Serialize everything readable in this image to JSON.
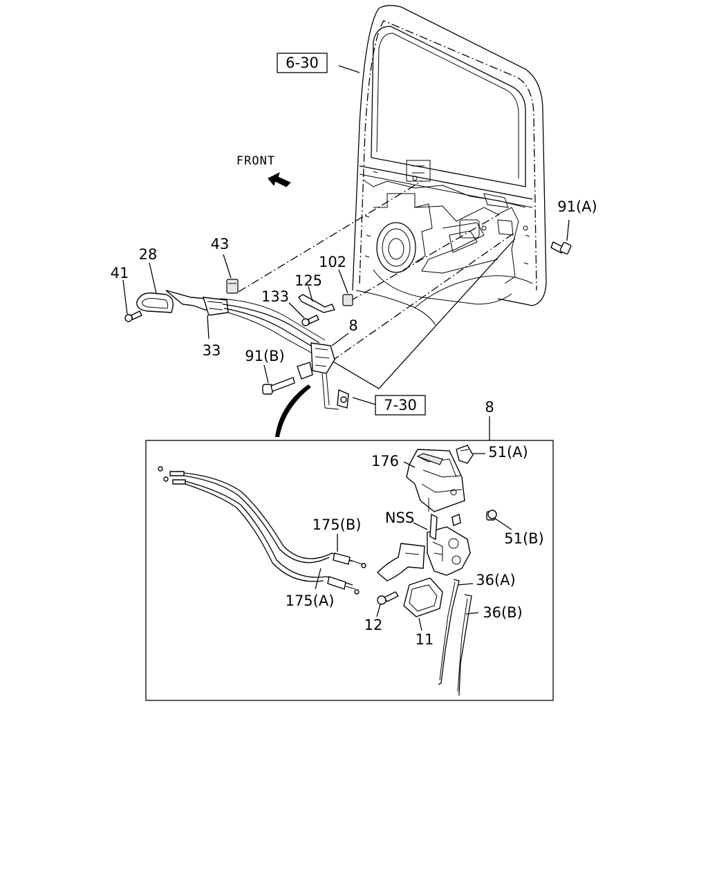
{
  "labels": {
    "ref_6_30": "6-30",
    "ref_7_30": "7-30",
    "front": "FRONT",
    "p91a": "91(A)",
    "p43": "43",
    "p28": "28",
    "p41": "41",
    "p33": "33",
    "p102": "102",
    "p125": "125",
    "p133": "133",
    "p8_top": "8",
    "p91b": "91(B)",
    "p8_detail": "8",
    "p176": "176",
    "p51a": "51(A)",
    "p51b": "51(B)",
    "pNSS": "NSS",
    "p175b": "175(B)",
    "p175a": "175(A)",
    "p36a": "36(A)",
    "p36b": "36(B)",
    "p12": "12",
    "p11": "11"
  }
}
